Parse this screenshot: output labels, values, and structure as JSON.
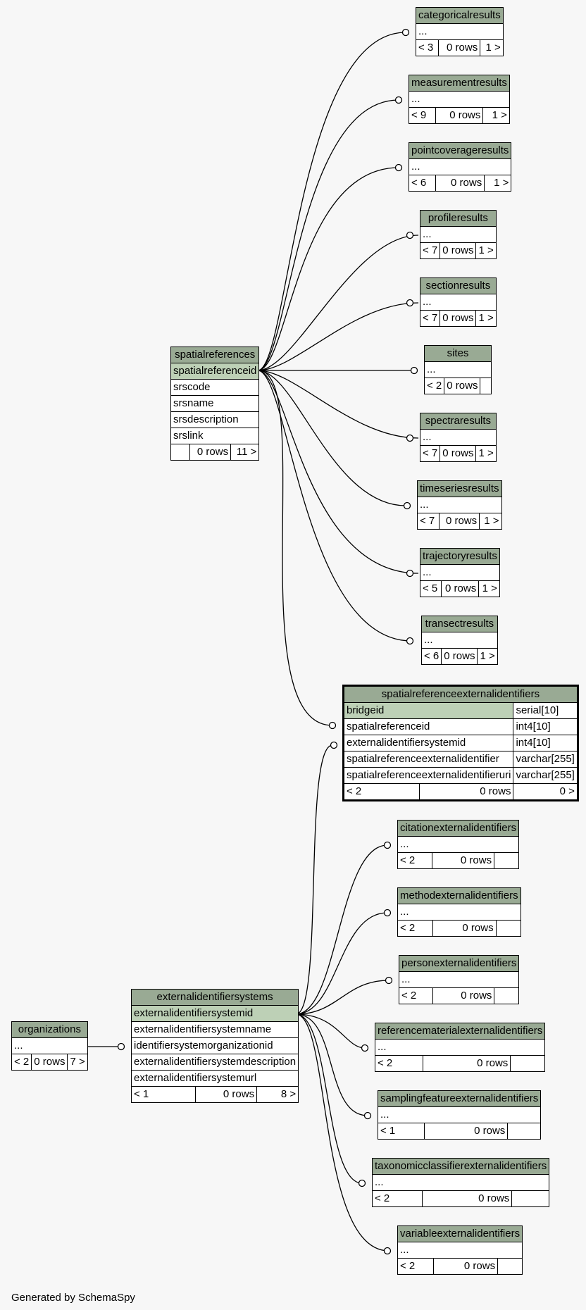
{
  "footer": "Generated by SchemaSpy",
  "colors": {
    "header": "#99aa94",
    "primary_key": "#bdd0b6",
    "background": "#f7f7f7"
  },
  "tables": {
    "categoricalresults": {
      "name": "categoricalresults",
      "cols": [
        "..."
      ],
      "foot": [
        "< 3",
        "0 rows",
        "1 >"
      ]
    },
    "measurementresults": {
      "name": "measurementresults",
      "cols": [
        "..."
      ],
      "foot": [
        "< 9",
        "0 rows",
        "1 >"
      ]
    },
    "pointcoverageresults": {
      "name": "pointcoverageresults",
      "cols": [
        "..."
      ],
      "foot": [
        "< 6",
        "0 rows",
        "1 >"
      ]
    },
    "profileresults": {
      "name": "profileresults",
      "cols": [
        "..."
      ],
      "foot": [
        "< 7",
        "0 rows",
        "1 >"
      ]
    },
    "sectionresults": {
      "name": "sectionresults",
      "cols": [
        "..."
      ],
      "foot": [
        "< 7",
        "0 rows",
        "1 >"
      ]
    },
    "sites": {
      "name": "sites",
      "cols": [
        "..."
      ],
      "foot": [
        "< 2",
        "0 rows",
        ""
      ]
    },
    "spectraresults": {
      "name": "spectraresults",
      "cols": [
        "..."
      ],
      "foot": [
        "< 7",
        "0 rows",
        "1 >"
      ]
    },
    "timeseriesresults": {
      "name": "timeseriesresults",
      "cols": [
        "..."
      ],
      "foot": [
        "< 7",
        "0 rows",
        "1 >"
      ]
    },
    "trajectoryresults": {
      "name": "trajectoryresults",
      "cols": [
        "..."
      ],
      "foot": [
        "< 5",
        "0 rows",
        "1 >"
      ]
    },
    "transectresults": {
      "name": "transectresults",
      "cols": [
        "..."
      ],
      "foot": [
        "< 6",
        "0 rows",
        "1 >"
      ]
    },
    "spatialreferences": {
      "name": "spatialreferences",
      "cols": [
        "spatialreferenceid",
        "srscode",
        "srsname",
        "srsdescription",
        "srslink"
      ],
      "foot": [
        "",
        "0 rows",
        "11 >"
      ]
    },
    "spatialreferenceexternalidentifiers": {
      "name": "spatialreferenceexternalidentifiers",
      "cols": [
        {
          "name": "bridgeid",
          "type": "serial[10]"
        },
        {
          "name": "spatialreferenceid",
          "type": "int4[10]"
        },
        {
          "name": "externalidentifiersystemid",
          "type": "int4[10]"
        },
        {
          "name": "spatialreferenceexternalidentifier",
          "type": "varchar[255]"
        },
        {
          "name": "spatialreferenceexternalidentifieruri",
          "type": "varchar[255]"
        }
      ],
      "foot": [
        "< 2",
        "0 rows",
        "0 >"
      ]
    },
    "citationexternalidentifiers": {
      "name": "citationexternalidentifiers",
      "cols": [
        "..."
      ],
      "foot": [
        "< 2",
        "0 rows",
        ""
      ]
    },
    "methodexternalidentifiers": {
      "name": "methodexternalidentifiers",
      "cols": [
        "..."
      ],
      "foot": [
        "< 2",
        "0 rows",
        ""
      ]
    },
    "personexternalidentifiers": {
      "name": "personexternalidentifiers",
      "cols": [
        "..."
      ],
      "foot": [
        "< 2",
        "0 rows",
        ""
      ]
    },
    "referencematerialexternalidentifiers": {
      "name": "referencematerialexternalidentifiers",
      "cols": [
        "..."
      ],
      "foot": [
        "< 2",
        "0 rows",
        ""
      ]
    },
    "samplingfeatureexternalidentifiers": {
      "name": "samplingfeatureexternalidentifiers",
      "cols": [
        "..."
      ],
      "foot": [
        "< 1",
        "0 rows",
        ""
      ]
    },
    "taxonomicclassifierexternalidentifiers": {
      "name": "taxonomicclassifierexternalidentifiers",
      "cols": [
        "..."
      ],
      "foot": [
        "< 2",
        "0 rows",
        ""
      ]
    },
    "variableexternalidentifiers": {
      "name": "variableexternalidentifiers",
      "cols": [
        "..."
      ],
      "foot": [
        "< 2",
        "0 rows",
        ""
      ]
    },
    "externalidentifiersystems": {
      "name": "externalidentifiersystems",
      "cols": [
        "externalidentifiersystemid",
        "externalidentifiersystemname",
        "identifiersystemorganizationid",
        "externalidentifiersystemdescription",
        "externalidentifiersystemurl"
      ],
      "foot": [
        "< 1",
        "0 rows",
        "8 >"
      ]
    },
    "organizations": {
      "name": "organizations",
      "cols": [
        "..."
      ],
      "foot": [
        "< 2",
        "0 rows",
        "7 >"
      ]
    }
  }
}
